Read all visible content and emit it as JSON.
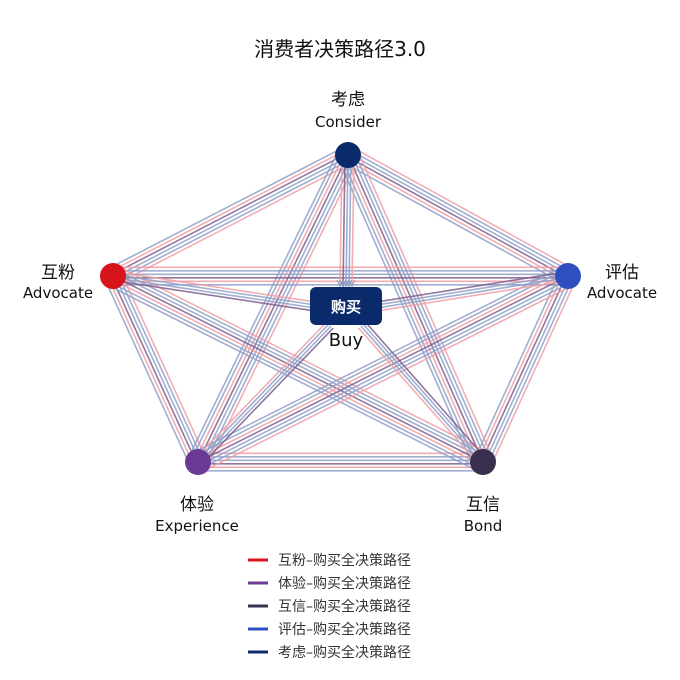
{
  "title": "消费者决策路径3.0",
  "colors": {
    "red": "#d7141a",
    "purple": "#6a3a95",
    "darkPurple": "#3b2f4f",
    "blue": "#2f4fc0",
    "navy": "#0b2a6b",
    "lightRed": "#f0a0a5",
    "lightBlue": "#8fa0c8",
    "mauve": "#7e5e8c"
  },
  "nodes": {
    "consider": {
      "zh": "考虑",
      "en": "Consider",
      "color": "#0b2a6b"
    },
    "advocate_left": {
      "zh": "互粉",
      "en": "Advocate",
      "color": "#d7141a"
    },
    "evaluate": {
      "zh": "评估",
      "en": "Advocate",
      "color": "#2f4fc0"
    },
    "experience": {
      "zh": "体验",
      "en": "Experience",
      "color": "#6a3a95"
    },
    "bond": {
      "zh": "互信",
      "en": "Bond",
      "color": "#3b2f4f"
    }
  },
  "center": {
    "zh": "购买",
    "en": "Buy",
    "color": "#0b2a6b"
  },
  "legend": [
    {
      "label": "互粉–购买全决策路径",
      "color": "#d7141a"
    },
    {
      "label": "体验–购买全决策路径",
      "color": "#6a3a95"
    },
    {
      "label": "互信–购买全决策路径",
      "color": "#3b2f4f"
    },
    {
      "label": "评估–购买全决策路径",
      "color": "#2f4fc0"
    },
    {
      "label": "考虑–购买全决策路径",
      "color": "#0b2a6b"
    }
  ]
}
